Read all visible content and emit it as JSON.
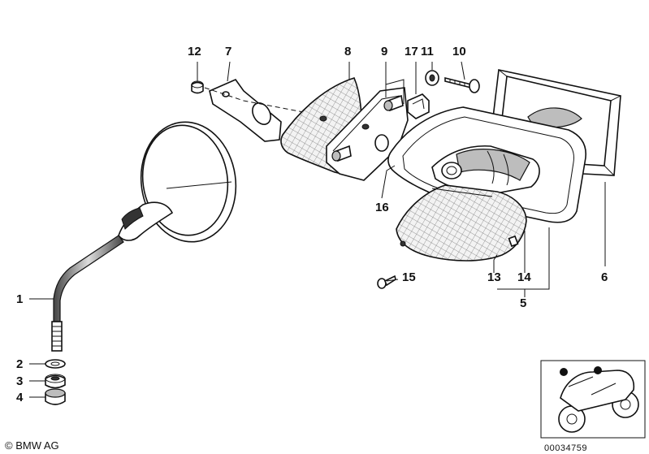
{
  "callouts": {
    "c1": "1",
    "c2": "2",
    "c3": "3",
    "c4": "4",
    "c5": "5",
    "c6": "6",
    "c7": "7",
    "c8": "8",
    "c9": "9",
    "c10": "10",
    "c11": "11",
    "c12": "12",
    "c13": "13",
    "c14": "14",
    "c15": "15",
    "c16": "16",
    "c17": "17"
  },
  "footer": {
    "copyright": "© BMW AG",
    "reference": "00034759"
  },
  "icons": {
    "thumbnail": "motorcycle-thumbnail-icon",
    "mirror": "mirror-icon",
    "indicator": "turn-indicator-icon"
  },
  "colors": {
    "line": "#111111",
    "shading": "#bdbdbd",
    "background": "#ffffff"
  }
}
